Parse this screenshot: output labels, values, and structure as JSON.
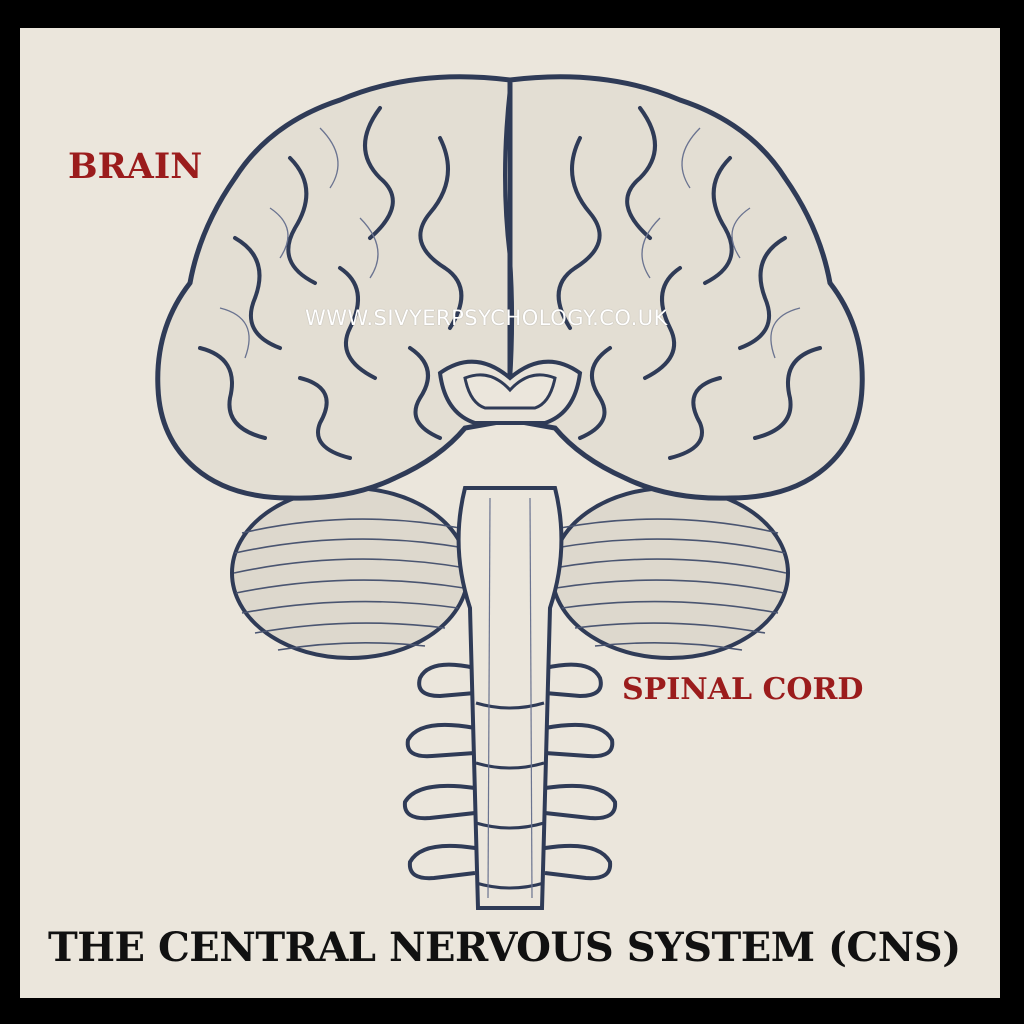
{
  "labels": {
    "brain": "BRAIN",
    "spinal_cord": "SPINAL CORD"
  },
  "watermark": "WWW.SIVYERPSYCHOLOGY.CO.UK",
  "title": "THE CENTRAL NERVOUS SYSTEM (CNS)",
  "colors": {
    "background": "#ebe6dc",
    "frame": "#000000",
    "label": "#9b1c1c",
    "outline": "#2f3b57",
    "title": "#111111"
  }
}
